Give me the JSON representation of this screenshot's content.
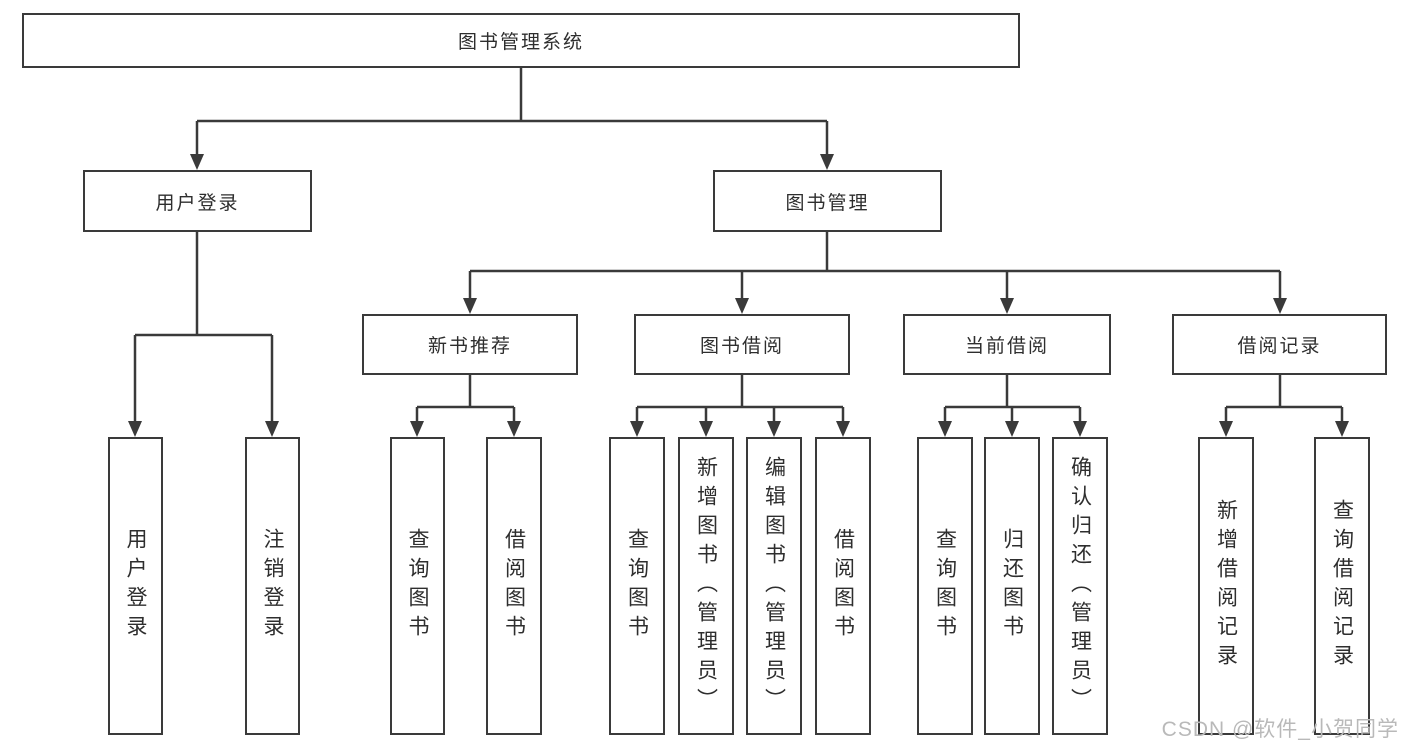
{
  "diagram": {
    "root": "图书管理系统",
    "user_login": {
      "label": "用户登录",
      "children": {
        "login": "用户登录",
        "logout": "注销登录"
      }
    },
    "book_management": {
      "label": "图书管理",
      "sections": {
        "new_book_recommend": {
          "label": "新书推荐",
          "children": {
            "query_books": "查询图书",
            "borrow_books": "借阅图书"
          }
        },
        "book_borrowing": {
          "label": "图书借阅",
          "children": {
            "query_books": "查询图书",
            "add_book_admin": "新增图书（管理员）",
            "edit_book_admin": "编辑图书（管理员）",
            "borrow_books": "借阅图书"
          }
        },
        "current_borrowing": {
          "label": "当前借阅",
          "children": {
            "query_books": "查询图书",
            "return_book": "归还图书",
            "confirm_return_admin": "确认归还（管理员）"
          }
        },
        "borrowing_records": {
          "label": "借阅记录",
          "children": {
            "add_borrow_record": "新增借阅记录",
            "query_borrow_record": "查询借阅记录"
          }
        }
      }
    }
  },
  "watermark": {
    "text": "CSDN @软件_小贺同学"
  },
  "colors": {
    "line": "#3a3a3a",
    "box_border": "#3a3a3a",
    "text": "#2e2e2e",
    "watermark": "#b9b9b9",
    "background": "#ffffff"
  }
}
